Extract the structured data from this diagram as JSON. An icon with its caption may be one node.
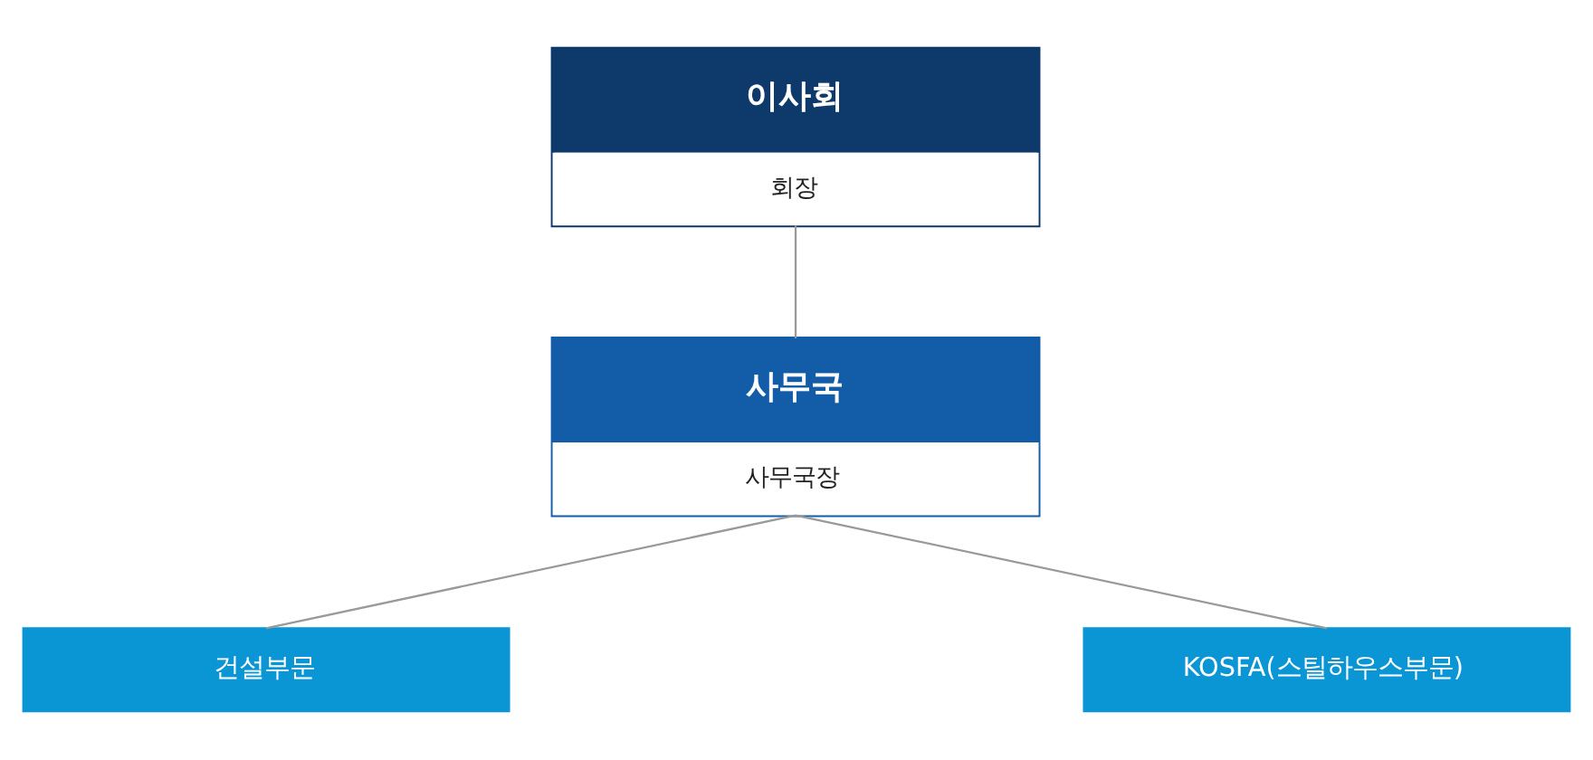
{
  "diagram": {
    "nodes": [
      {
        "text": [
          "이사회",
          "회장"
        ]
      },
      {
        "text": [
          "사무국",
          "사무국장"
        ]
      },
      {
        "text": [
          "건설부문"
        ]
      },
      {
        "text": [
          "KOSFA(스틸하우스부문)"
        ]
      }
    ],
    "edges": [
      {
        "from": 0,
        "to": 1,
        "arrow": "none"
      },
      {
        "from": 1,
        "to": 2,
        "arrow": "none"
      },
      {
        "from": 1,
        "to": 3,
        "arrow": "none"
      }
    ]
  }
}
